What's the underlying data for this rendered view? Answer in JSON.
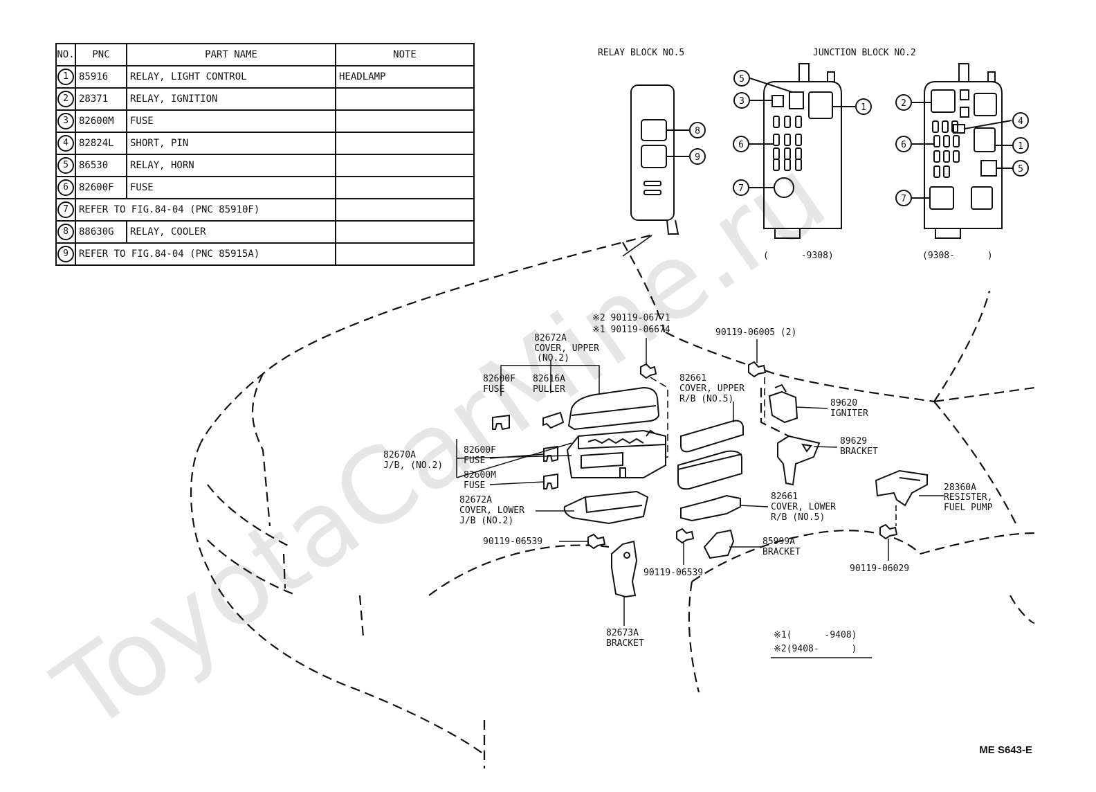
{
  "watermark": "ToyotaCarMine.ru",
  "table": {
    "headers": {
      "no": "NO.",
      "pnc": "PNC",
      "part_name": "PART NAME",
      "note": "NOTE"
    },
    "rows": [
      {
        "no": "1",
        "pnc": "85916",
        "part_name": "RELAY, LIGHT CONTROL",
        "note": "HEADLAMP"
      },
      {
        "no": "2",
        "pnc": "28371",
        "part_name": "RELAY, IGNITION",
        "note": ""
      },
      {
        "no": "3",
        "pnc": "82600M",
        "part_name": "FUSE",
        "note": ""
      },
      {
        "no": "4",
        "pnc": "82824L",
        "part_name": "SHORT, PIN",
        "note": ""
      },
      {
        "no": "5",
        "pnc": "86530",
        "part_name": "RELAY, HORN",
        "note": ""
      },
      {
        "no": "6",
        "pnc": "82600F",
        "part_name": "FUSE",
        "note": ""
      },
      {
        "no": "7",
        "pnc": "",
        "part_name": "REFER TO FIG.84-04  (PNC 85910F)",
        "note": ""
      },
      {
        "no": "8",
        "pnc": "88630G",
        "part_name": "RELAY, COOLER",
        "note": ""
      },
      {
        "no": "9",
        "pnc": "",
        "part_name": "REFER TO FIG.84-04  (PNC 85915A)",
        "note": ""
      }
    ]
  },
  "blocks": {
    "relay_block_title": "RELAY BLOCK NO.5",
    "junction_block_title": "JUNCTION BLOCK NO.2",
    "jb_left_range": "(      -9308)",
    "jb_right_range": "(9308-      )",
    "callouts": {
      "rb_8": "8",
      "rb_9": "9",
      "jbl_5": "5",
      "jbl_3": "3",
      "jbl_1": "1",
      "jbl_6": "6",
      "jbl_7": "7",
      "jbr_2": "2",
      "jbr_4": "4",
      "jbr_6": "6",
      "jbr_1": "1",
      "jbr_5": "5",
      "jbr_7": "7"
    }
  },
  "labels": {
    "star2_bolt": "※2 90119-06771",
    "star1_bolt": "※1 90119-06674",
    "bolt_06005": "90119-06005 (2)",
    "cover_upper_jb": [
      "82672A",
      "COVER, UPPER",
      "(NO.2)"
    ],
    "fuse_82600f_a": [
      "82600F",
      "FUSE"
    ],
    "puller": [
      "82616A",
      "PULLER"
    ],
    "cover_upper_rb": [
      "82661",
      "COVER, UPPER",
      "R/B (NO.5)"
    ],
    "igniter": [
      "89620",
      "IGNITER"
    ],
    "bracket_89629": [
      "89629",
      "BRACKET"
    ],
    "jb_no2": [
      "82670A",
      "J/B, (NO.2)"
    ],
    "fuse_82600f_b": [
      "82600F",
      "FUSE"
    ],
    "fuse_82600m": [
      "82600M",
      "FUSE"
    ],
    "resister": [
      "28360A",
      "RESISTER,",
      "FUEL PUMP"
    ],
    "cover_lower_jb": [
      "82672A",
      "COVER, LOWER",
      "J/B (NO.2)"
    ],
    "cover_lower_rb": [
      "82661",
      "COVER, LOWER",
      "R/B (NO.5)"
    ],
    "bolt_06539_a": "90119-06539",
    "bracket_85999a": [
      "85999A",
      "BRACKET"
    ],
    "bolt_06539_b": "90119-06539",
    "bolt_06029": "90119-06029",
    "bracket_82673a": [
      "82673A",
      "BRACKET"
    ],
    "note_star1": "※1(      -9408)",
    "note_star2": "※2(9408-      )"
  },
  "figure_code": "ME S643-E"
}
